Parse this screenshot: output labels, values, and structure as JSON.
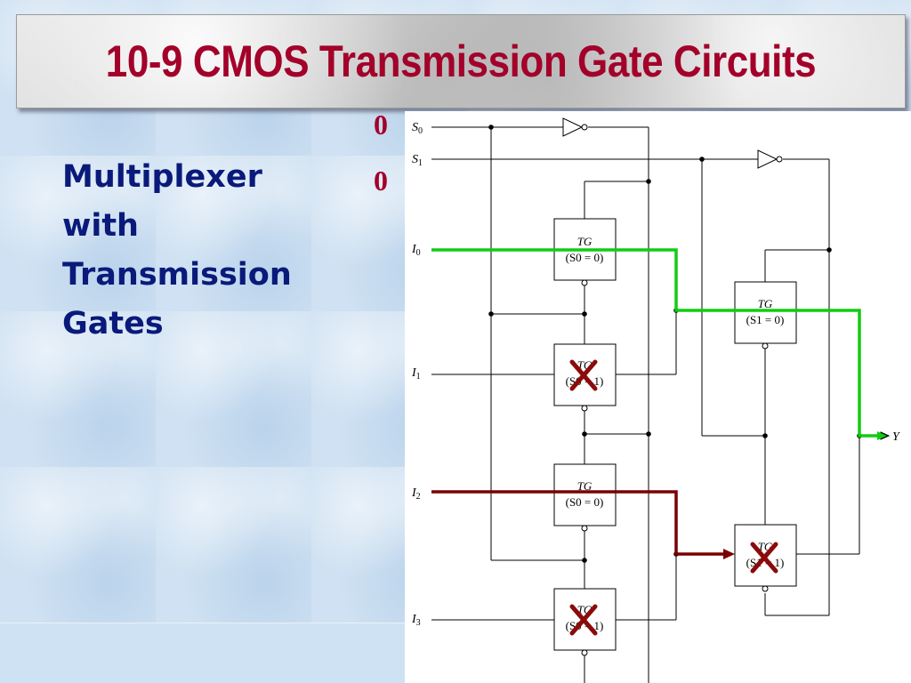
{
  "slide": {
    "title": "10-9  CMOS Transmission Gate Circuits",
    "subtitle_lines": [
      "Multiplexer",
      "with",
      "Transmission",
      "Gates"
    ],
    "select_values": {
      "s0": "0",
      "s1": "0"
    }
  },
  "diagram": {
    "signals": {
      "s0": "S",
      "s0_sub": "0",
      "s1": "S",
      "s1_sub": "1",
      "i0": "I",
      "i0_sub": "0",
      "i1": "I",
      "i1_sub": "1",
      "i2": "I",
      "i2_sub": "2",
      "i3": "I",
      "i3_sub": "3",
      "y": "Y"
    },
    "gates": [
      {
        "label": "TG",
        "cond": "(S0 = 0)",
        "blocked": false
      },
      {
        "label": "TG",
        "cond": "(S0 = 1)",
        "blocked": true
      },
      {
        "label": "TG",
        "cond": "(S0 = 0)",
        "blocked": false
      },
      {
        "label": "TG",
        "cond": "(S0 = 1)",
        "blocked": true
      },
      {
        "label": "TG",
        "cond": "(S1 = 0)",
        "blocked": false
      },
      {
        "label": "TG",
        "cond": "(S1 = 1)",
        "blocked": true
      }
    ],
    "colors": {
      "active_path": "#11cc11",
      "blocked_path": "#7a0000",
      "cross": "#8b0a0a",
      "wire": "#000000"
    }
  }
}
